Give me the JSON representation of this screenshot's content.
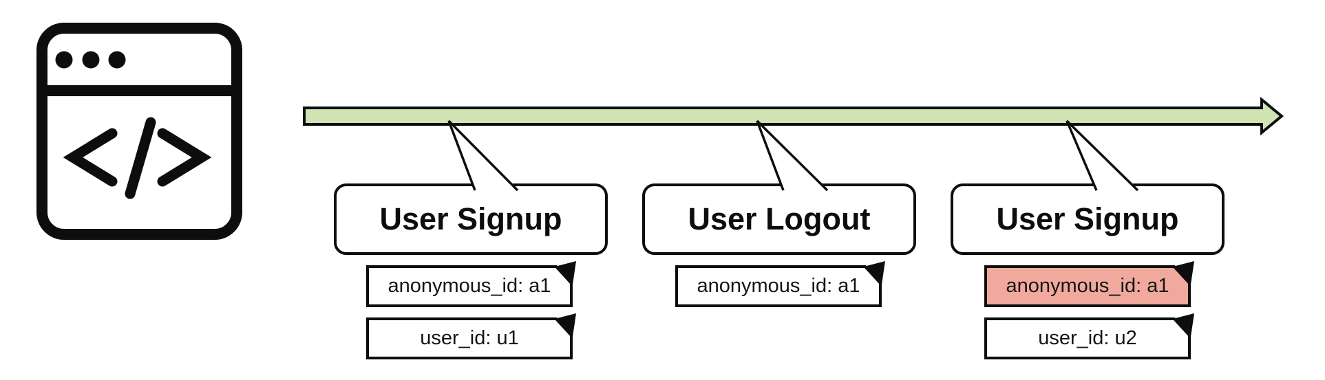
{
  "colors": {
    "ink": "#0d0d0d",
    "timeline_green": "#cfe3b3",
    "highlight_salmon": "#f1a99e"
  },
  "icon": {
    "name": "browser-window-code",
    "glyph": "</>"
  },
  "events": [
    {
      "title": "User Signup",
      "properties": [
        {
          "text": "anonymous_id: a1",
          "highlighted": false
        },
        {
          "text": "user_id: u1",
          "highlighted": false
        }
      ]
    },
    {
      "title": "User Logout",
      "properties": [
        {
          "text": "anonymous_id: a1",
          "highlighted": false
        }
      ]
    },
    {
      "title": "User Signup",
      "properties": [
        {
          "text": "anonymous_id: a1",
          "highlighted": true
        },
        {
          "text": "user_id: u2",
          "highlighted": false
        }
      ]
    }
  ]
}
